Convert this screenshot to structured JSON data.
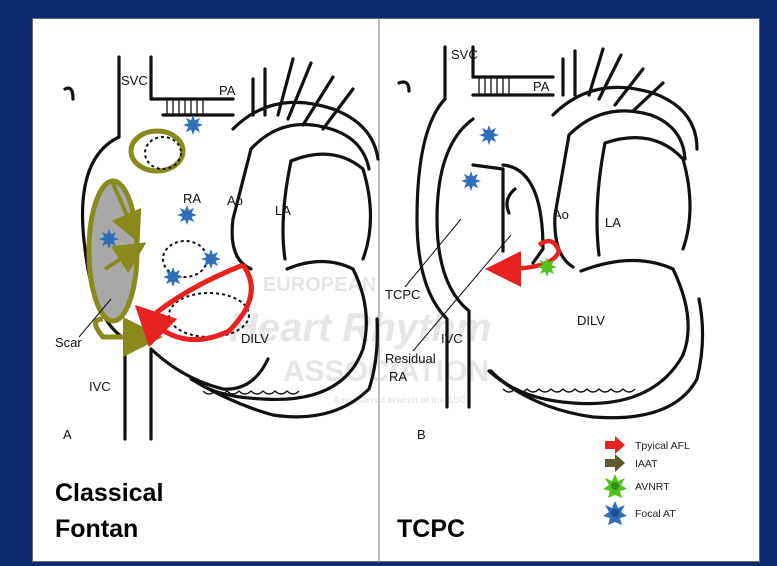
{
  "panels": {
    "left": {
      "letter": "A",
      "title_line1": "Classical",
      "title_line2": "Fontan",
      "labels": {
        "svc": "SVC",
        "pa": "PA",
        "ra": "RA",
        "ao": "Ao",
        "la": "LA",
        "scar": "Scar",
        "ivc": "IVC",
        "dilv": "DILV"
      }
    },
    "right": {
      "letter": "B",
      "title": "TCPC",
      "labels": {
        "svc": "SVC",
        "pa": "PA",
        "ao": "Ao",
        "la": "LA",
        "tcpc": "TCPC",
        "ivc": "IVC",
        "dilv": "DILV",
        "residual1": "Residual",
        "residual2": "RA"
      }
    }
  },
  "legend": [
    {
      "label": "Tpyical AFL",
      "color": "#e8231f",
      "icon": "red-arrow-icon"
    },
    {
      "label": "IAAT",
      "color": "#5d5a2e",
      "icon": "olive-arrow-icon"
    },
    {
      "label": "AVNRT",
      "color": "#54c21c",
      "icon": "green-star-icon"
    },
    {
      "label": "Focal AT",
      "color": "#2f6fb8",
      "icon": "blue-star-icon"
    }
  ],
  "watermark": {
    "line1": "EUROPEAN",
    "line2": "Heart Rhythm",
    "line3": "ASSOCIATION",
    "line4": "A registered branch of the ESC"
  },
  "colors": {
    "background": "#0b2a72",
    "afl_red": "#e8231f",
    "iaat_olive": "#8a8a1c",
    "avnrt_green": "#54c21c",
    "focal_blue": "#2f6fb8",
    "scar_gray": "#a8a8a8"
  }
}
